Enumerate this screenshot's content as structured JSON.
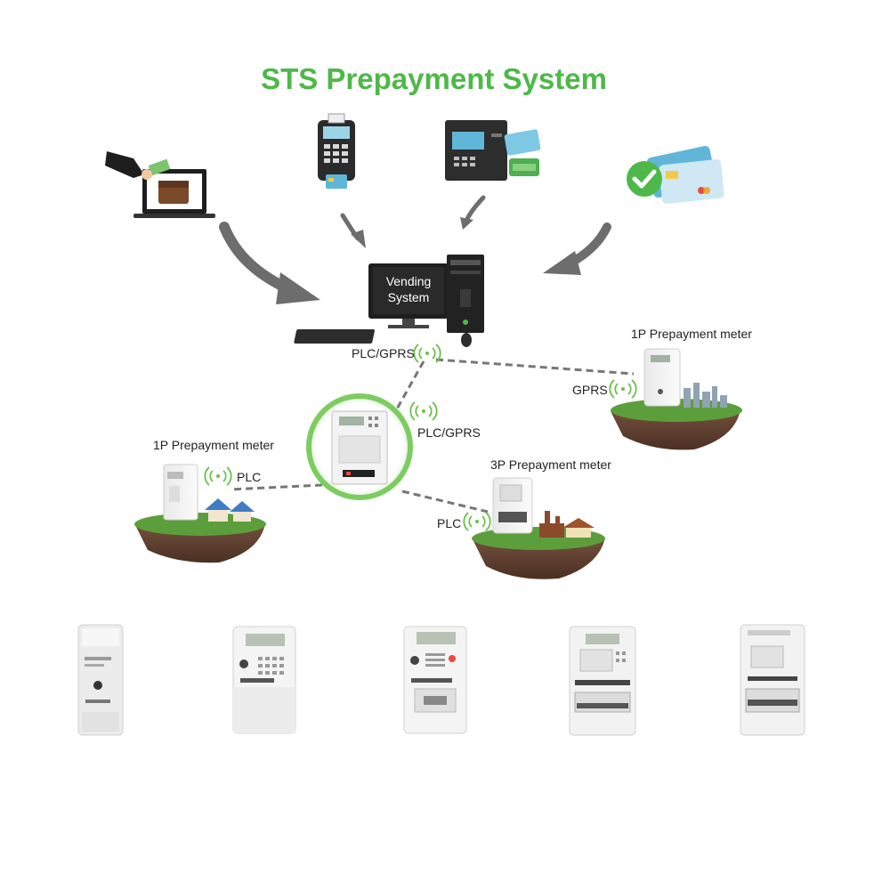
{
  "title": "STS Prepayment System",
  "vending": {
    "screen_line1": "Vending",
    "screen_line2": "System",
    "link_label": "PLC/GPRS"
  },
  "concentrator": {
    "link_label": "PLC/GPRS"
  },
  "meter_right": {
    "title": "1P Prepayment meter",
    "link_label": "GPRS"
  },
  "meter_left": {
    "title": "1P Prepayment meter",
    "link_label": "PLC"
  },
  "meter_bottom": {
    "title": "3P Prepayment meter",
    "link_label": "PLC"
  },
  "payment_channels": [
    "online-payment-icon",
    "pos-terminal-icon",
    "atm-icon",
    "card-payment-icon"
  ],
  "colors": {
    "accent": "#4eb848",
    "arrow": "#6d6d6d",
    "soil": "#6b4a3a",
    "grass": "#5d9e3c"
  }
}
